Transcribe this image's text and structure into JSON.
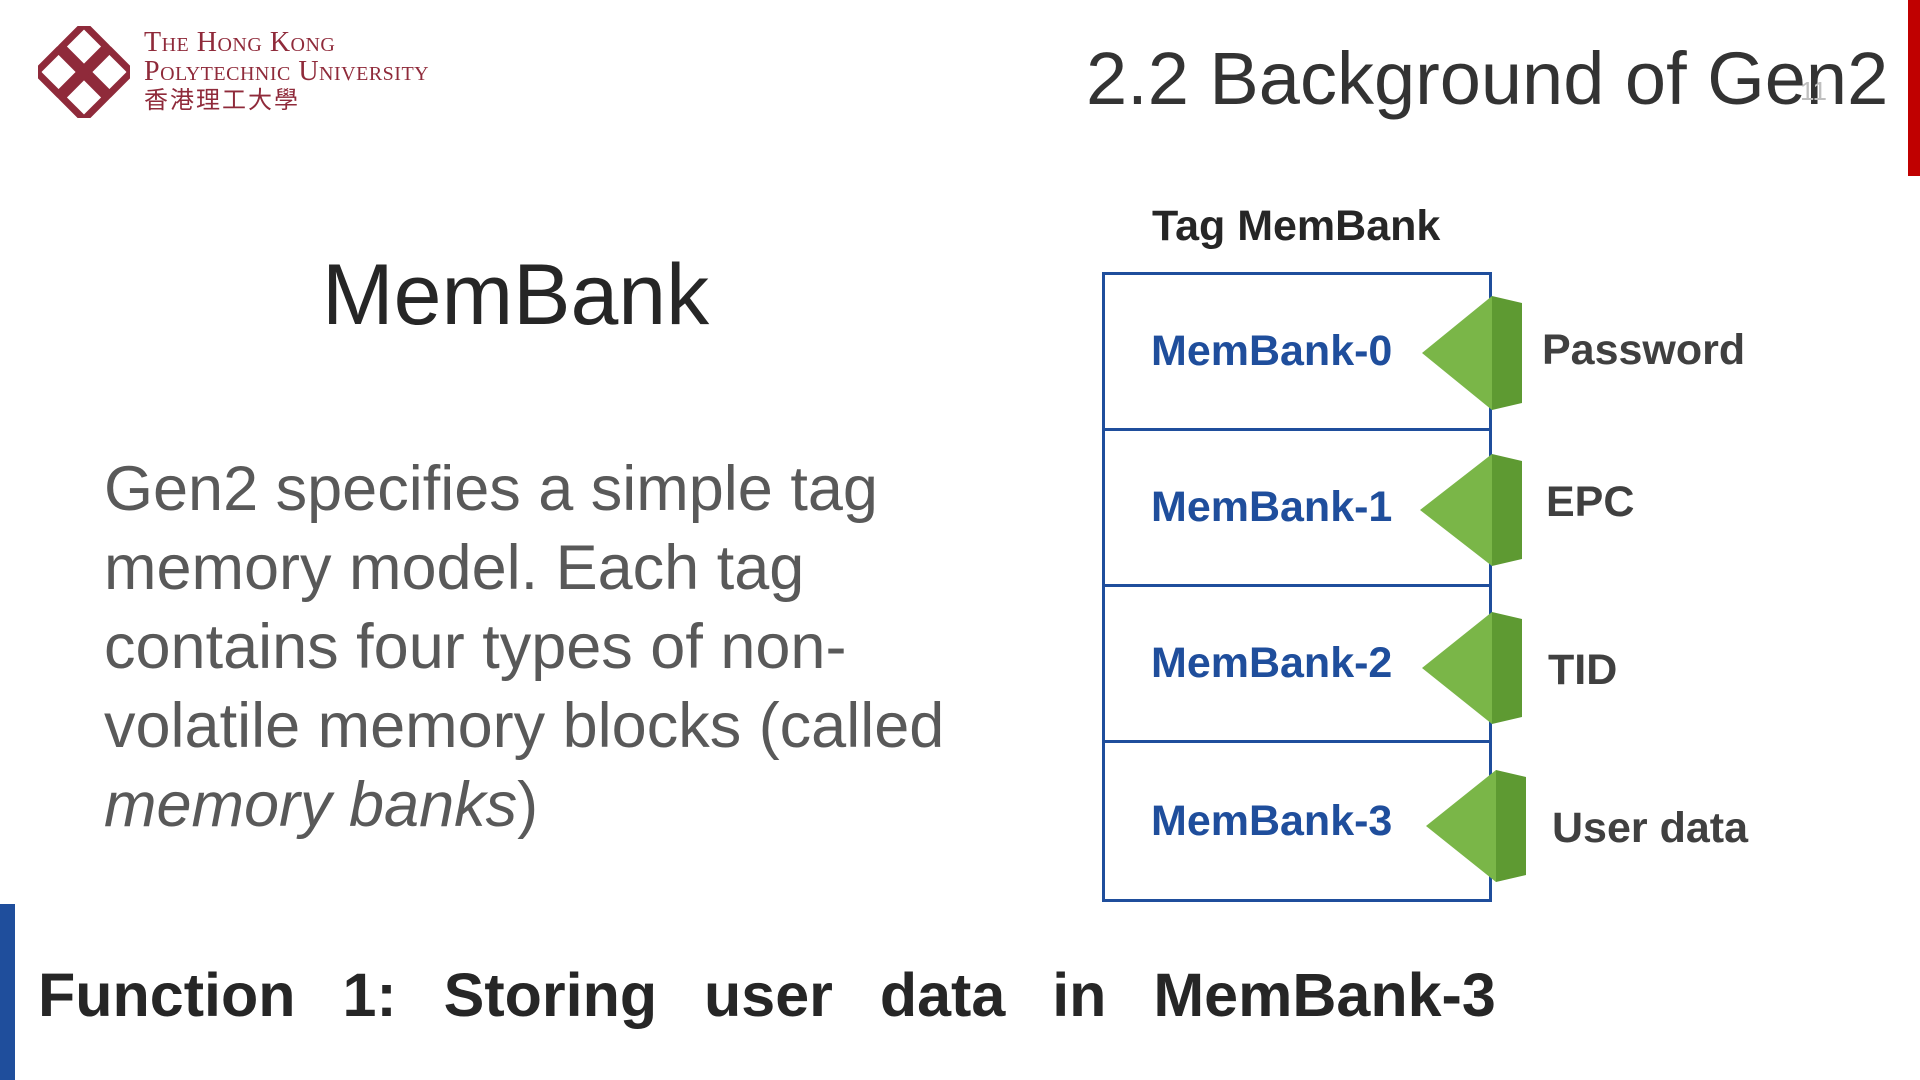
{
  "header": {
    "logo": {
      "line1": "The Hong Kong",
      "line2": "Polytechnic University",
      "line3": "香港理工大學"
    },
    "title": "2.2 Background of Gen2",
    "slide_number": "11"
  },
  "content": {
    "heading": "MemBank",
    "body_before": "Gen2 specifies a simple tag memory model. Each tag contains four types of non-volatile memory blocks (called ",
    "body_italic": "memory banks",
    "body_after": ")"
  },
  "diagram": {
    "title": "Tag MemBank",
    "banks": [
      {
        "label": "MemBank-0",
        "description": "Password"
      },
      {
        "label": "MemBank-1",
        "description": "EPC"
      },
      {
        "label": "MemBank-2",
        "description": "TID"
      },
      {
        "label": "MemBank-3",
        "description": "User data"
      }
    ],
    "arrow_color": "#7ab648",
    "border_color": "#1f4e9c"
  },
  "footer": {
    "function_text": "Function 1: Storing user data in MemBank-3"
  },
  "colors": {
    "brand_red": "#8f2a3a",
    "accent_red": "#c00000",
    "accent_blue": "#1f4e9c"
  }
}
